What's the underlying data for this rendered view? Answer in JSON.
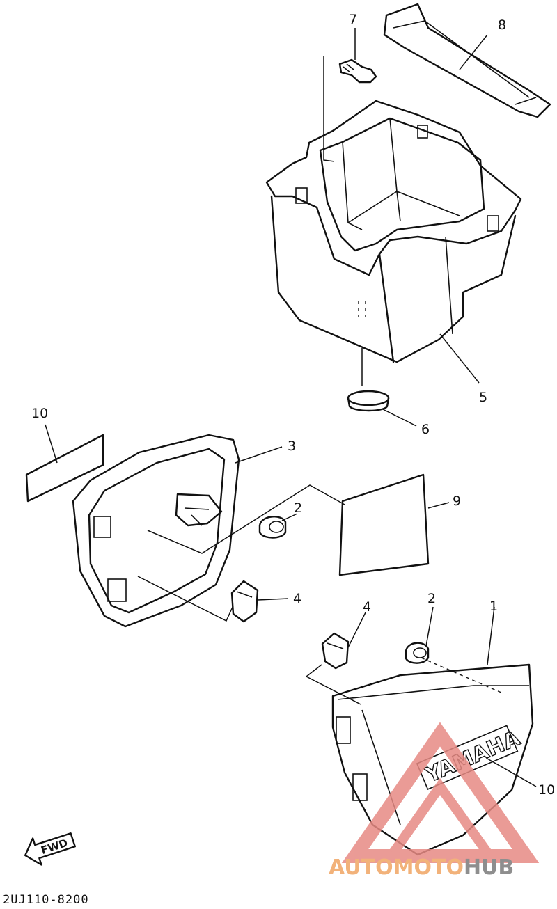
{
  "callouts": {
    "p1": "1",
    "p2a": "2",
    "p2b": "2",
    "p3": "3",
    "p4a": "4",
    "p4b": "4",
    "p5": "5",
    "p6": "6",
    "p7": "7",
    "p8": "8",
    "p9": "9",
    "p10a": "10",
    "p10b": "10"
  },
  "cover_brand_text": "YAMAHA",
  "fwd_label": "FWD",
  "diagram_code": "2UJ110-8200",
  "watermark": {
    "part1": "AUTOMOTO",
    "part2": "HUB",
    "accent_color": "#f2b27a",
    "gray_color": "#8e8e8e"
  }
}
